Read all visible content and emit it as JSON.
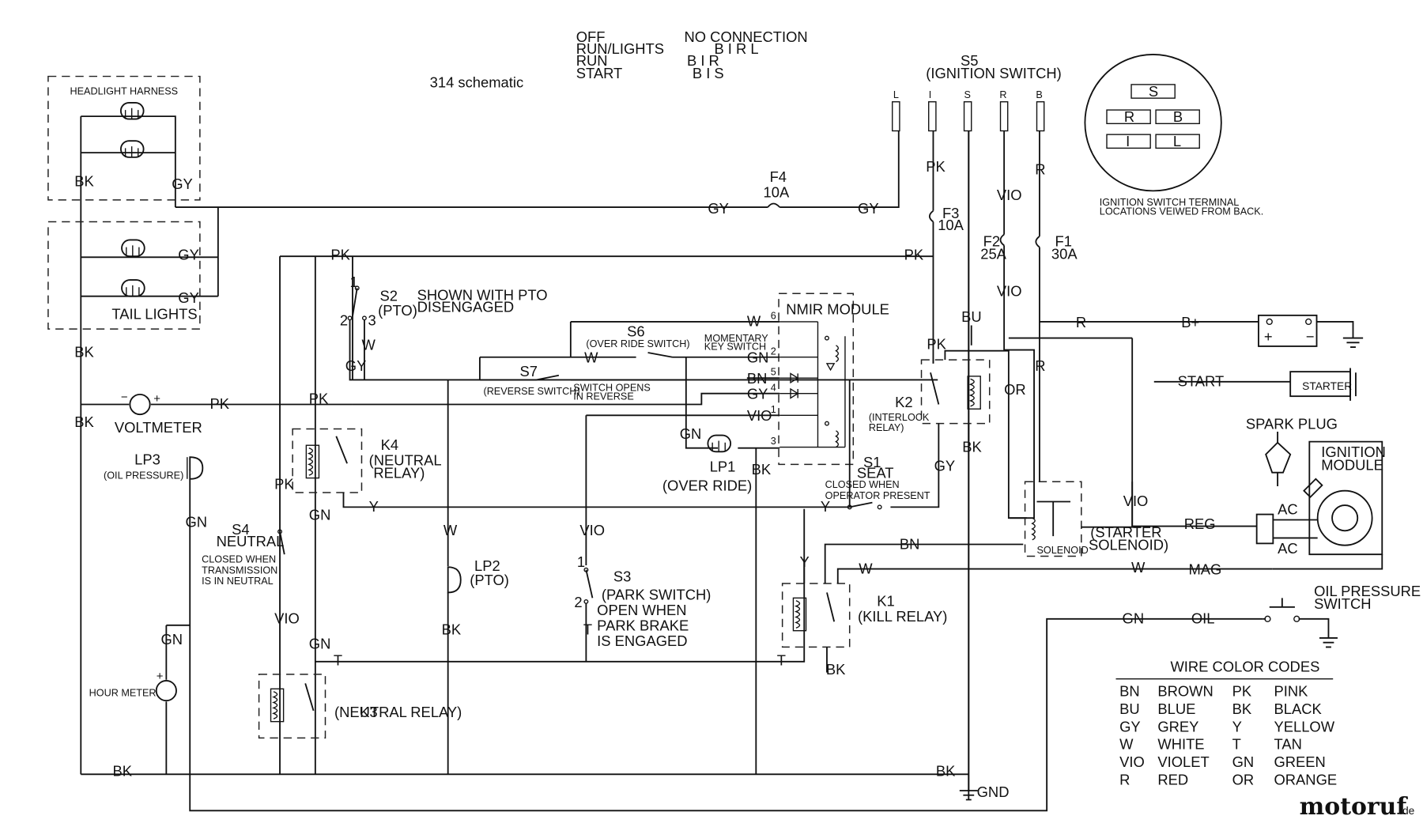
{
  "title": "314 schematic",
  "switch_table": {
    "positions": [
      "OFF",
      "RUN/LIGHTS",
      "RUN",
      "START"
    ],
    "connections": [
      "NO CONNECTION",
      "B I R L",
      "B I R",
      "B I S"
    ]
  },
  "ignition_switch": {
    "ref": "S5",
    "name": "(IGNITION SWITCH)",
    "terminals": [
      "L",
      "I",
      "S",
      "R",
      "B"
    ],
    "back_view_terminals": [
      "S",
      "R",
      "B",
      "I",
      "L"
    ],
    "back_view_note": [
      "IGNITION SWITCH TERMINAL",
      "LOCATIONS VEIWED FROM BACK."
    ]
  },
  "fuses": [
    {
      "ref": "F4",
      "rating": "10A"
    },
    {
      "ref": "F3",
      "rating": "10A"
    },
    {
      "ref": "F2",
      "rating": "25A"
    },
    {
      "ref": "F1",
      "rating": "30A"
    }
  ],
  "headlight_harness": "HEADLIGHT HARNESS",
  "tail_lights": "TAIL LIGHTS",
  "voltmeter": "VOLTMETER",
  "lp3": {
    "ref": "LP3",
    "name": "(OIL PRESSURE)"
  },
  "lp1": {
    "ref": "LP1",
    "name": "(OVER RIDE)"
  },
  "lp2": {
    "ref": "LP2",
    "name": "(PTO)"
  },
  "s2": {
    "ref": "S2",
    "name": "(PTO)",
    "note": [
      "SHOWN WITH PTO",
      "DISENGAGED"
    ]
  },
  "s6": {
    "ref": "S6",
    "name": "(OVER RIDE SWITCH)"
  },
  "s7": {
    "ref": "S7",
    "name": "(REVERSE SWITCH)",
    "note": [
      "SWITCH OPENS",
      "IN REVERSE"
    ]
  },
  "momentary": [
    "MOMENTARY",
    "KEY SWITCH"
  ],
  "nmir": {
    "title": "NMIR MODULE",
    "pins": [
      "6",
      "2",
      "5",
      "4",
      "1",
      "3"
    ]
  },
  "k1": {
    "ref": "K1",
    "name": "(KILL RELAY)"
  },
  "k2": {
    "ref": "K2",
    "name": [
      "(INTERLOCK",
      "RELAY)"
    ]
  },
  "k3": {
    "ref": "K3",
    "name": "(NEUTRAL RELAY)"
  },
  "k4": {
    "ref": "K4",
    "name": [
      "(NEUTRAL",
      "RELAY)"
    ]
  },
  "s1": {
    "ref": "S1",
    "name": "SEAT",
    "note": [
      "CLOSED WHEN",
      "OPERATOR PRESENT"
    ]
  },
  "s3": {
    "ref": "S3",
    "name": "(PARK SWITCH)",
    "note": [
      "OPEN WHEN",
      "PARK BRAKE",
      "IS ENGAGED"
    ]
  },
  "s4": {
    "ref": "S4",
    "name": "NEUTRAL",
    "note": [
      "CLOSED WHEN",
      "TRANSMISSION",
      "IS IN NEUTRAL"
    ]
  },
  "hour_meter": "HOUR METER",
  "starter_solenoid": {
    "inner": "SOLENOID",
    "name": [
      "(STARTER",
      "SOLENOID)"
    ]
  },
  "starter": "STARTER",
  "start_label": "START",
  "battery_label": "B+",
  "spark_plug": "SPARK PLUG",
  "ignition_module": [
    "IGNITION",
    "MODULE"
  ],
  "oil_pressure_switch": [
    "OIL PRESSURE",
    "SWITCH"
  ],
  "gnd": "GND",
  "wire_labels": {
    "bk": "BK",
    "gy": "GY",
    "pk": "PK",
    "vio": "VIO",
    "r": "R",
    "bu": "BU",
    "or": "OR",
    "w": "W",
    "gn": "GN",
    "bn": "BN",
    "y": "Y",
    "t": "T",
    "reg": "REG",
    "mag": "MAG",
    "ac": "AC",
    "oil": "OIL"
  },
  "wire_color_codes": {
    "title": "WIRE COLOR CODES",
    "codes": [
      {
        "code": "BN",
        "name": "BROWN"
      },
      {
        "code": "BU",
        "name": "BLUE"
      },
      {
        "code": "GY",
        "name": "GREY"
      },
      {
        "code": "W",
        "name": "WHITE"
      },
      {
        "code": "VIO",
        "name": "VIOLET"
      },
      {
        "code": "R",
        "name": "RED"
      },
      {
        "code": "PK",
        "name": "PINK"
      },
      {
        "code": "BK",
        "name": "BLACK"
      },
      {
        "code": "Y",
        "name": "YELLOW"
      },
      {
        "code": "T",
        "name": "TAN"
      },
      {
        "code": "GN",
        "name": "GREEN"
      },
      {
        "code": "OR",
        "name": "ORANGE"
      }
    ]
  },
  "watermark": {
    "text": "motoruf",
    "suffix": ".de",
    "colors": [
      "#2b3a8c",
      "#c0392b"
    ]
  }
}
